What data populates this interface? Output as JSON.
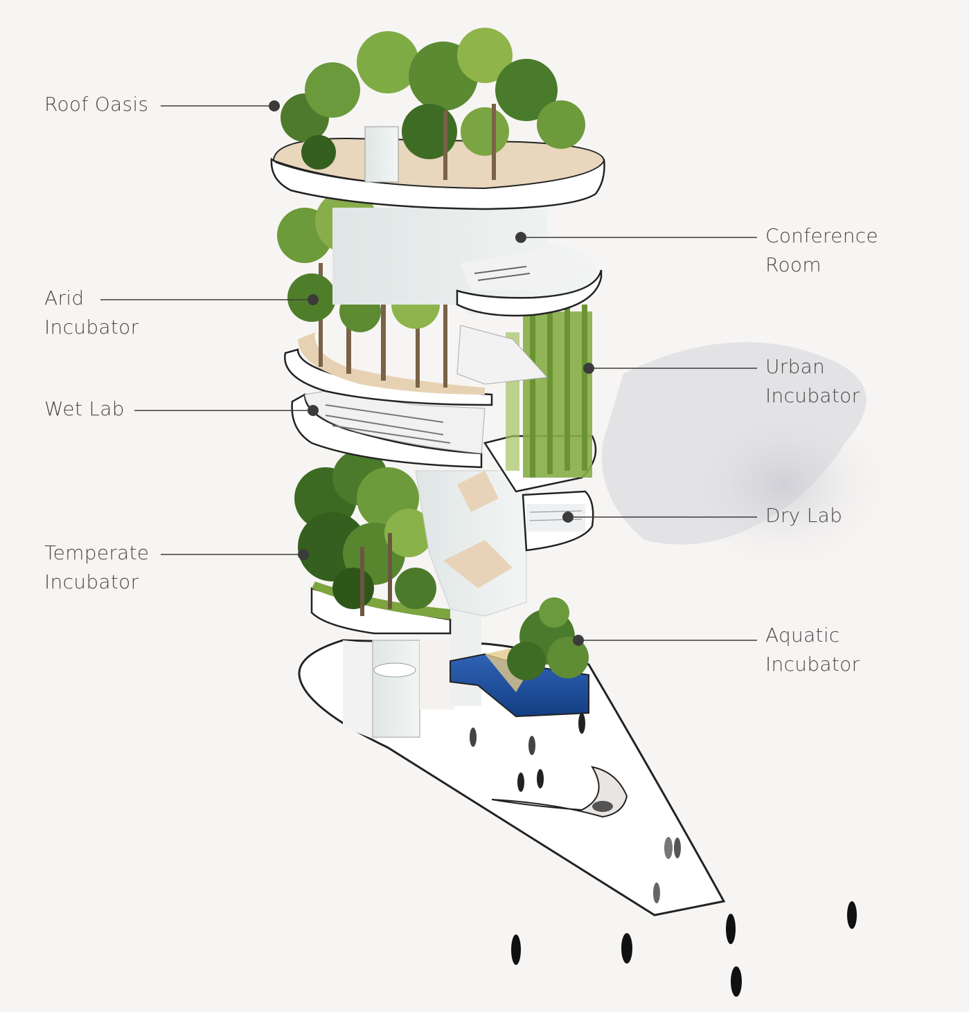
{
  "labels": {
    "roof_oasis": [
      "Roof Oasis"
    ],
    "conference_room": [
      "Conference",
      "Room"
    ],
    "arid_incubator": [
      "Arid",
      "Incubator"
    ],
    "urban_incubator": [
      "Urban",
      "Incubator"
    ],
    "wet_lab": [
      "Wet Lab"
    ],
    "dry_lab": [
      "Dry Lab"
    ],
    "temperate_incubator": [
      "Temperate",
      "Incubator"
    ],
    "aquatic_incubator": [
      "Aquatic",
      "Incubator"
    ]
  },
  "colors": {
    "background": "#f7f5f3",
    "label_text": "#4a4848",
    "leader_line": "#3b3b3b",
    "slab": "#ffffff",
    "slab_outline": "#222222",
    "sand_floor": "#e8d6bd",
    "palm_green": "#4f7a2e",
    "light_green": "#8fb44a",
    "vertical_farm_green": "#7aa63c",
    "water_blue": "#1f4f9a",
    "glass": "#e6eceb",
    "people": "#222222"
  }
}
